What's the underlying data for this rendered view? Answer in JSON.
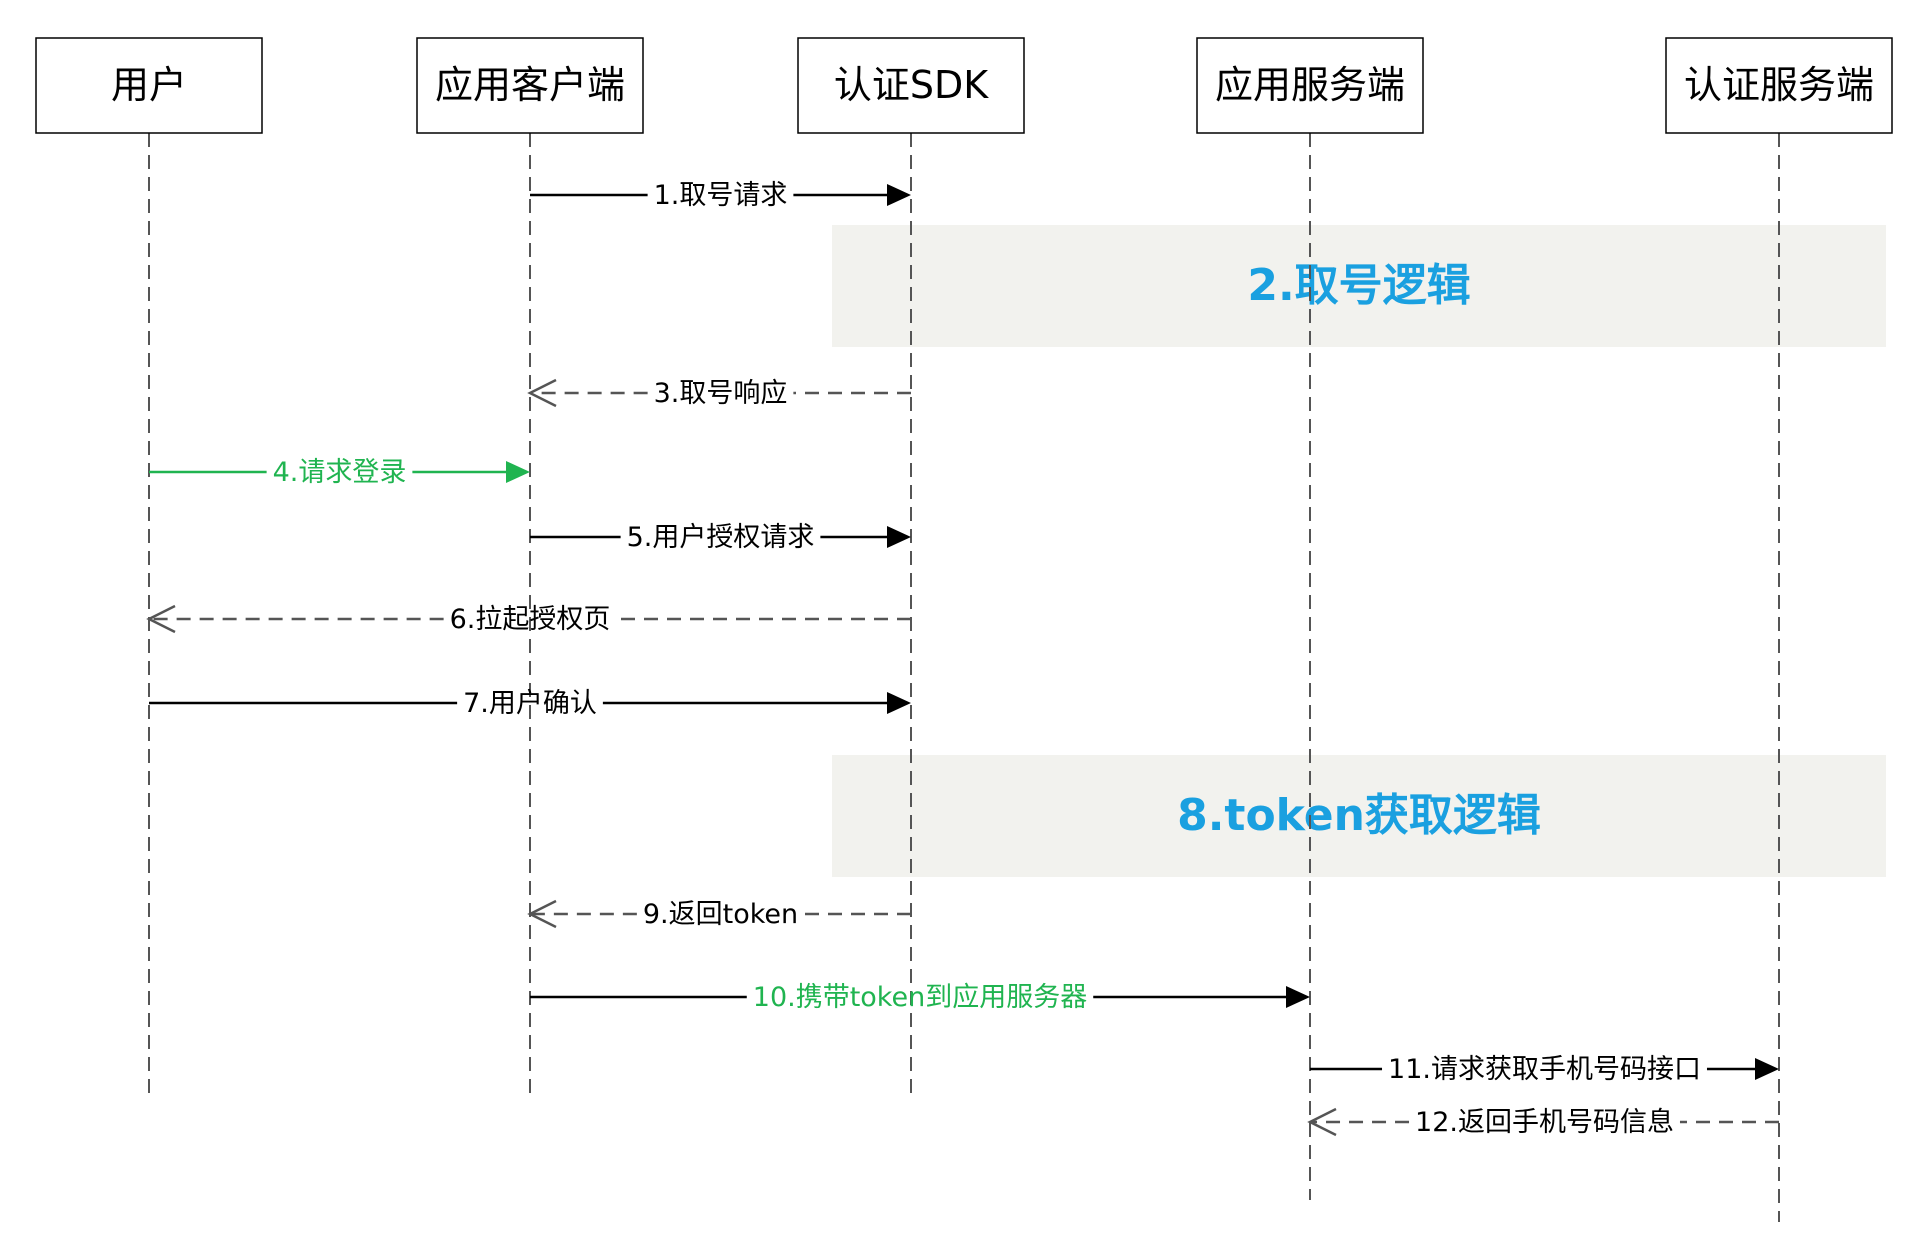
{
  "actors": [
    {
      "label": "用户"
    },
    {
      "label": "应用客户端"
    },
    {
      "label": "认证SDK"
    },
    {
      "label": "应用服务端"
    },
    {
      "label": "认证服务端"
    }
  ],
  "bands": [
    {
      "label": "2.取号逻辑"
    },
    {
      "label": "8.token获取逻辑"
    }
  ],
  "messages": [
    {
      "label": "1.取号请求",
      "from": 1,
      "to": 2,
      "style": "solid",
      "color": "#000000"
    },
    {
      "label": "3.取号响应",
      "from": 2,
      "to": 1,
      "style": "dashed",
      "color": "#555555"
    },
    {
      "label": "4.请求登录",
      "from": 0,
      "to": 1,
      "style": "solid",
      "color": "#20b450"
    },
    {
      "label": "5.用户授权请求",
      "from": 1,
      "to": 2,
      "style": "solid",
      "color": "#000000"
    },
    {
      "label": "6.拉起授权页",
      "from": 2,
      "to": 0,
      "style": "dashed",
      "color": "#555555"
    },
    {
      "label": "7.用户确认",
      "from": 0,
      "to": 2,
      "style": "solid",
      "color": "#000000"
    },
    {
      "label": "9.返回token",
      "from": 2,
      "to": 1,
      "style": "dashed",
      "color": "#555555"
    },
    {
      "label": "10.携带token到应用服务器",
      "from": 1,
      "to": 3,
      "style": "solid",
      "color": "#000000",
      "label_color": "#20b450"
    },
    {
      "label": "11.请求获取手机号码接口",
      "from": 3,
      "to": 4,
      "style": "solid",
      "color": "#000000"
    },
    {
      "label": "12.返回手机号码信息",
      "from": 4,
      "to": 3,
      "style": "dashed",
      "color": "#555555"
    }
  ],
  "colors": {
    "band_text": "#1aa0e0",
    "band_fill": "#f2f2ee",
    "green": "#20b450"
  }
}
